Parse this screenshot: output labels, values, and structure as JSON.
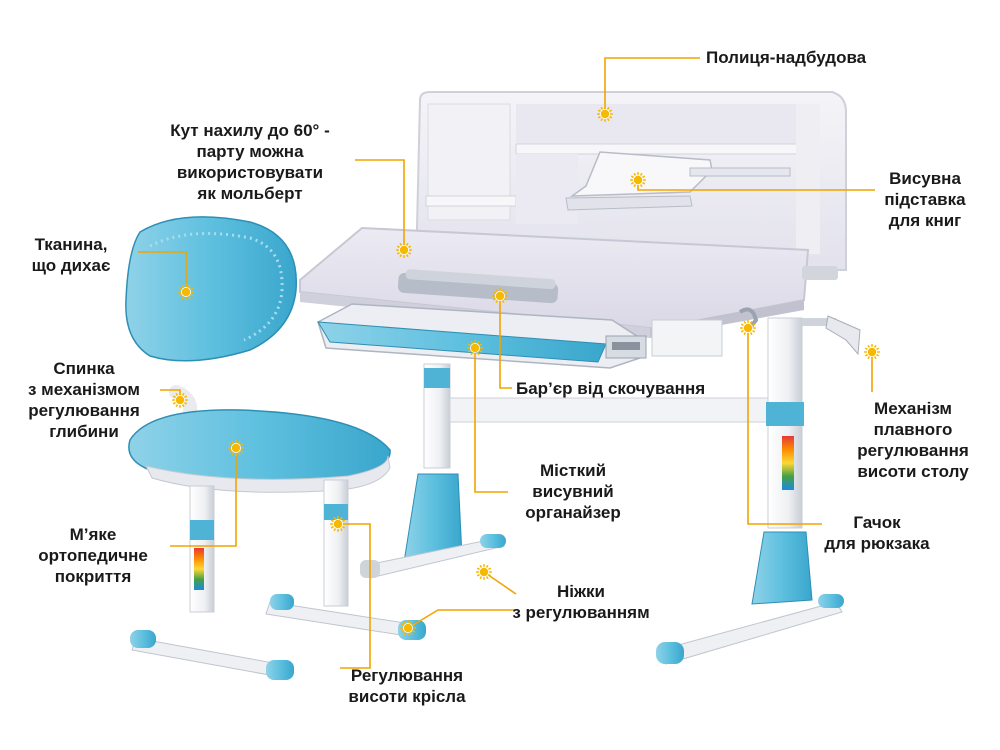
{
  "colors": {
    "leader": "#f2a400",
    "marker": "#f6b800",
    "accent": "#56b9d9",
    "accent_dark": "#2e9ac2",
    "frame": "#e9ebef",
    "desk_top": "#e4e2ee",
    "text": "#1a1a1a"
  },
  "callouts": {
    "shelf_superstructure": [
      "Полиця-надбудова"
    ],
    "tilt_angle": [
      "Кут нахилу до 60° -",
      "парту можна",
      "використовувати",
      "як мольберт"
    ],
    "book_stand": [
      "Висувна",
      "підставка",
      "для книг"
    ],
    "breathable_fabric": [
      "Тканина,",
      "що дихає"
    ],
    "backrest": [
      "Спинка",
      "з механізмом",
      "регулювання",
      "глибини"
    ],
    "roll_barrier": [
      "Бар’єр від скочування"
    ],
    "height_mechanism": [
      "Механізм",
      "плавного",
      "регулювання",
      "висоти столу"
    ],
    "organizer": [
      "Місткий",
      "висувний",
      "органайзер"
    ],
    "soft_seat": [
      "М’яке",
      "ортопедичне",
      "покриття"
    ],
    "backpack_hook": [
      "Гачок",
      "для рюкзака"
    ],
    "adjustable_legs": [
      "Ніжки",
      "з регулюванням"
    ],
    "chair_height": [
      "Регулювання",
      "висоти крісла"
    ]
  }
}
